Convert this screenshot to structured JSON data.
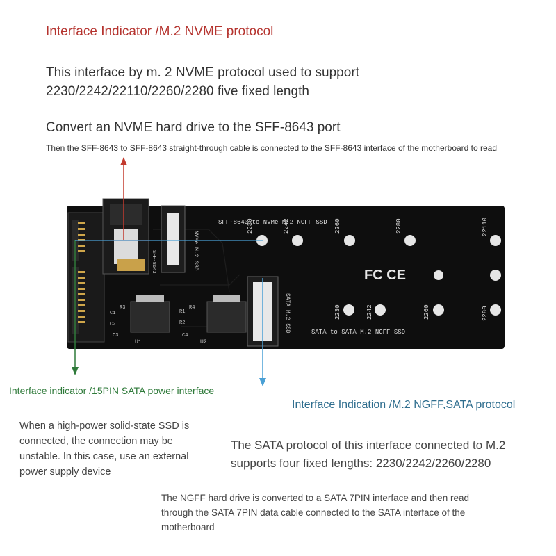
{
  "header": {
    "title": "Interface Indicator /M.2 NVME protocol",
    "desc_lines": [
      "This interface by m. 2 NVME protocol used to support",
      "2230/2242/22110/2260/2280 five fixed length"
    ],
    "subtitle": "Convert an NVME hard drive to the SFF-8643 port",
    "note": "Then the SFF-8643 to SFF-8643 straight-through cable is connected to the SFF-8643 interface of the motherboard to read"
  },
  "board": {
    "top_label": "SFF-8643 to NVMe M.2 NGFF SSD",
    "bottom_label": "SATA to SATA M.2 NGFF SSD",
    "top_slot_text": "NVMe M.2 SSD",
    "bottom_slot_text": "SATA M.2 SSD",
    "connector_text": "SFF-8643",
    "cert_marks": "FC CE",
    "top_lengths": [
      "2230",
      "2242",
      "2260",
      "2280",
      "22110"
    ],
    "bottom_lengths": [
      "2230",
      "2242",
      "2260",
      "2280"
    ],
    "chip_labels": [
      "U1",
      "U2"
    ],
    "pcb_marks": [
      "C1",
      "C2",
      "R1",
      "R2",
      "C3",
      "C4",
      "R3",
      "R4"
    ]
  },
  "sata_power": {
    "title": "Interface indicator /15PIN SATA power interface",
    "desc_lines": [
      "When a high-power solid-state SSD is",
      "connected, the connection may be",
      "unstable. In this case, use an external",
      "power supply device"
    ]
  },
  "ngff": {
    "title": "Interface Indication /M.2 NGFF,SATA protocol",
    "desc_lines": [
      "The SATA protocol of this interface connected to M.2",
      "supports four fixed lengths: 2230/2242/2260/2280"
    ],
    "note_lines": [
      "The NGFF hard drive is converted to a SATA 7PIN interface and then read",
      "through the SATA 7PIN data cable connected to the SATA interface of the",
      "motherboard"
    ]
  },
  "colors": {
    "red": "#b5342f",
    "green": "#2f7a3a",
    "blue": "#2e6d8e",
    "pcb": "#111111"
  }
}
